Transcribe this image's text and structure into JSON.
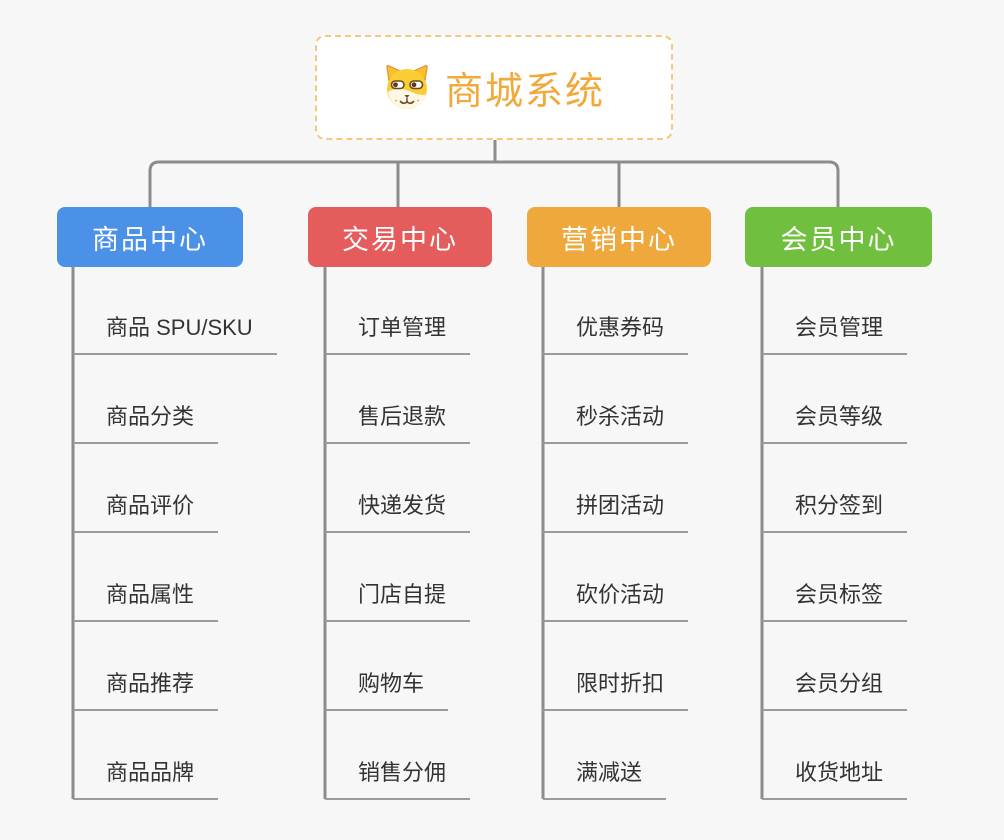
{
  "canvas": {
    "background_color": "#f7f7f7",
    "connector_color": "#8c8c8c",
    "underline_color": "#9b9b9b",
    "leaf_text_color": "#333333"
  },
  "root": {
    "title": "商城系统",
    "icon": "dog-face-icon",
    "title_color": "#F2A93C",
    "border_color": "#F6C77C"
  },
  "branches": [
    {
      "label": "商品中心",
      "color": "#4B91E8",
      "items": [
        "商品 SPU/SKU",
        "商品分类",
        "商品评价",
        "商品属性",
        "商品推荐",
        "商品品牌"
      ]
    },
    {
      "label": "交易中心",
      "color": "#E45C5C",
      "items": [
        "订单管理",
        "售后退款",
        "快递发货",
        "门店自提",
        "购物车",
        "销售分佣"
      ]
    },
    {
      "label": "营销中心",
      "color": "#EEA83C",
      "items": [
        "优惠券码",
        "秒杀活动",
        "拼团活动",
        "砍价活动",
        "限时折扣",
        "满减送"
      ]
    },
    {
      "label": "会员中心",
      "color": "#70BF3F",
      "items": [
        "会员管理",
        "会员等级",
        "积分签到",
        "会员标签",
        "会员分组",
        "收货地址"
      ]
    }
  ]
}
